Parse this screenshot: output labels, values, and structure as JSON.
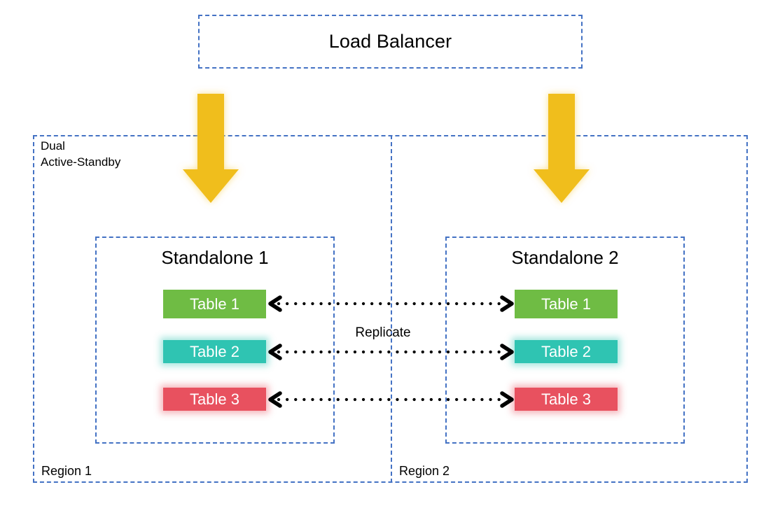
{
  "diagram": {
    "title_box": {
      "label": "Load Balancer",
      "border_color": "#4472C4",
      "style": "dashed"
    },
    "outer_group": {
      "label": "Dual\nActive-Standby",
      "border_color": "#4472C4"
    },
    "regions": [
      {
        "label": "Region 1"
      },
      {
        "label": "Region 2"
      }
    ],
    "clusters": [
      {
        "title": "Standalone 1",
        "tables": [
          {
            "label": "Table 1",
            "color": "#6FBC44"
          },
          {
            "label": "Table 2",
            "color": "#2FC4B2"
          },
          {
            "label": "Table 3",
            "color": "#E8515F"
          }
        ]
      },
      {
        "title": "Standalone 2",
        "tables": [
          {
            "label": "Table 1",
            "color": "#6FBC44"
          },
          {
            "label": "Table 2",
            "color": "#2FC4B2"
          },
          {
            "label": "Table 3",
            "color": "#E8515F"
          }
        ]
      }
    ],
    "replication": {
      "label": "Replicate",
      "direction": "bidirectional",
      "line_style": "dotted",
      "color": "#000000"
    },
    "traffic_arrows": {
      "count": 2,
      "color": "#F0BE1E",
      "direction": "down",
      "description": "load-balancer traffic into each standalone"
    }
  }
}
